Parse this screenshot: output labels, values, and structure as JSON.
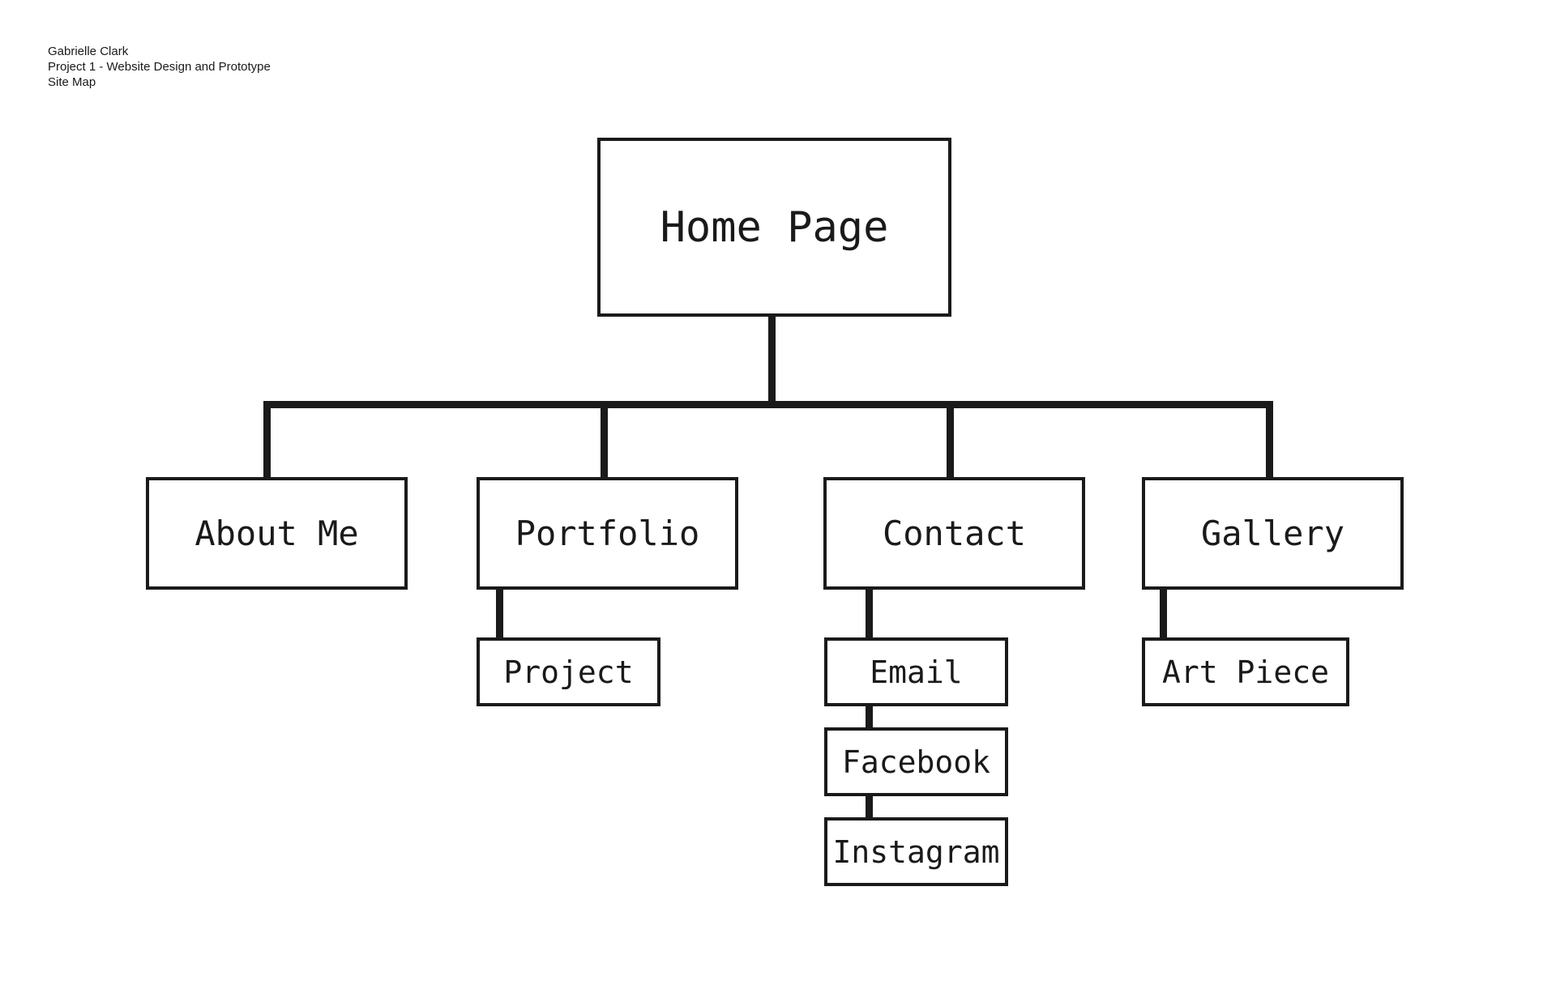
{
  "header": {
    "author": "Gabrielle Clark",
    "project": "Project 1 - Website Design and Prototype",
    "doc_title": "Site Map"
  },
  "sitemap": {
    "root": "Home Page",
    "sections": [
      {
        "label": "About Me",
        "children": []
      },
      {
        "label": "Portfolio",
        "children": [
          "Project"
        ]
      },
      {
        "label": "Contact",
        "children": [
          "Email",
          "Facebook",
          "Instagram"
        ]
      },
      {
        "label": "Gallery",
        "children": [
          "Art Piece"
        ]
      }
    ]
  },
  "colors": {
    "ink": "#1a1a1a",
    "background": "#ffffff"
  }
}
